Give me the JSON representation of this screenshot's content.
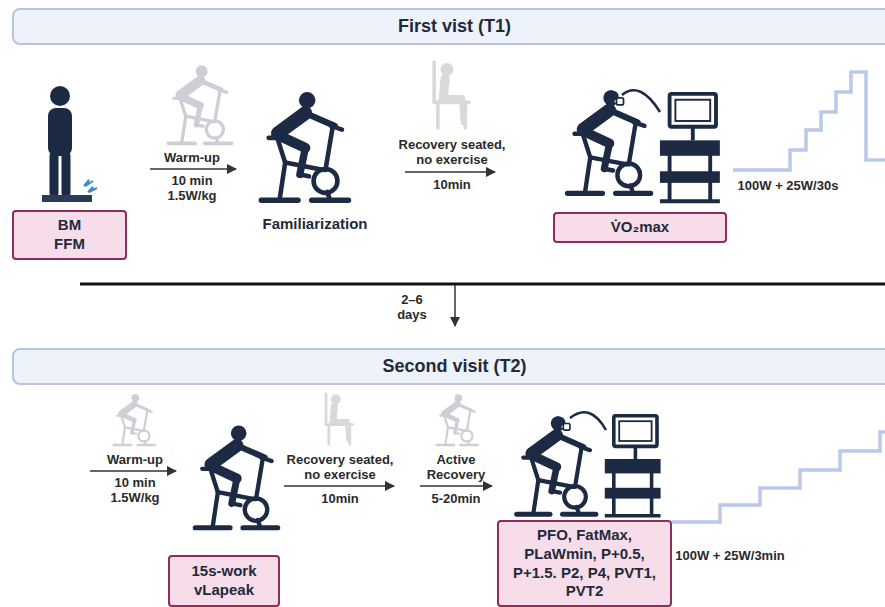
{
  "diagram": {
    "nodes": [
      {
        "text": [
          "First vist (T1)"
        ]
      },
      {
        "text": [
          "BM",
          "FFM"
        ]
      },
      {
        "text": [
          "V̇O₂max"
        ]
      },
      {
        "text": [
          "Second visit (T2)"
        ]
      },
      {
        "text": [
          "15s-work",
          "vLapeak"
        ]
      },
      {
        "text": [
          "PFO, FatMax, PLaWmin, P+0.5, P+1.5. P2, P4, PVT1, PVT2"
        ]
      }
    ],
    "labels": [
      "Warm-up",
      "10 min",
      "1.5W/kg",
      "Familiarization",
      "Recovery seated, no exercise",
      "10min",
      "100W + 25W/30s",
      "2–6 days",
      "Warm-up",
      "10 min",
      "1.5W/kg",
      "Recovery seated, no exercise",
      "10min",
      "Active Recovery",
      "5-20min",
      "100W + 25W/3min"
    ]
  }
}
